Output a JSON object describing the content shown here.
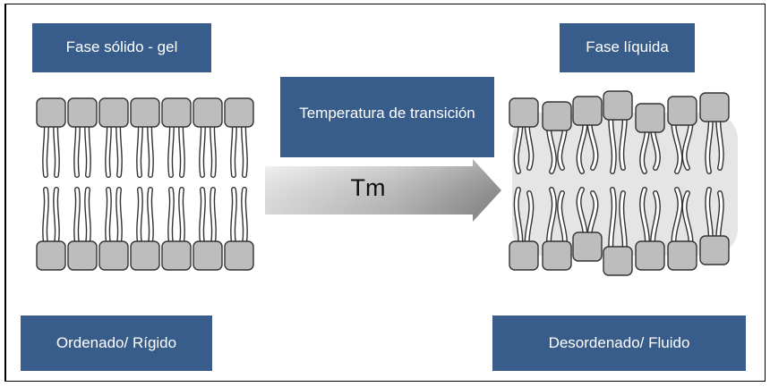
{
  "labels": {
    "solid_phase": "Fase sólido - gel",
    "liquid_phase": "Fase líquida",
    "transition": "Temperatura de transición",
    "ordered": "Ordenado/ Rígido",
    "disordered": "Desordenado/ Fluido"
  },
  "arrow_label": "Tm",
  "colors": {
    "box_fill": "#385d8a",
    "box_text": "#ffffff",
    "head_fill": "#bdbdbd",
    "outline": "#333333"
  },
  "icons": {
    "solid_membrane": "ordered-lipid-bilayer",
    "liquid_membrane": "disordered-lipid-bilayer",
    "arrow": "right-gradient-arrow"
  }
}
